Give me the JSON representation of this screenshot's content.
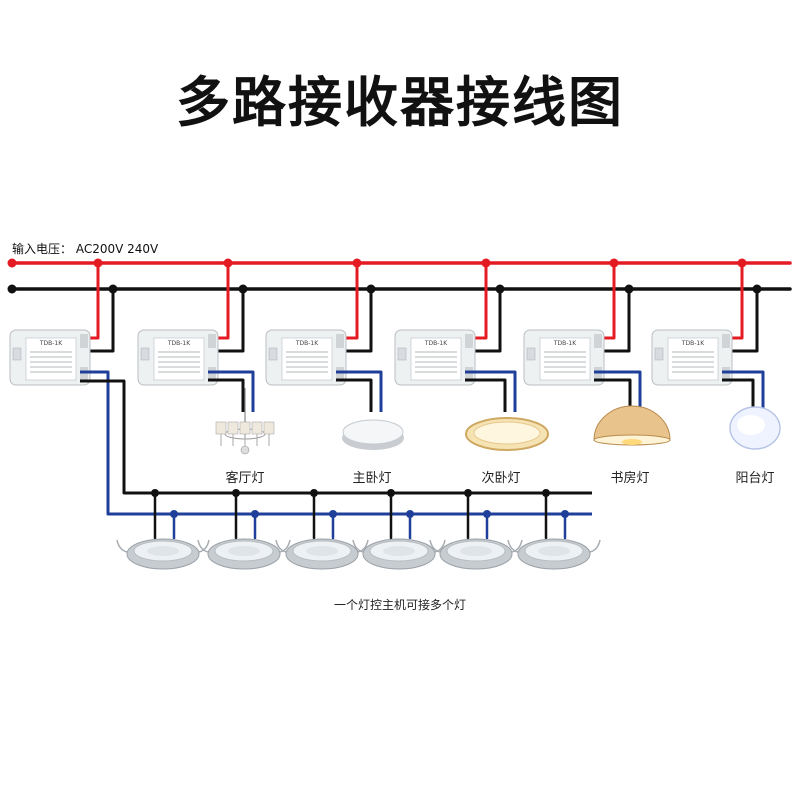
{
  "title": "多路接收器接线图",
  "input_voltage_label": "输入电压：  AC200V  240V",
  "receiver_model": "TDB-1K",
  "lamps": [
    {
      "label": "客厅灯",
      "icon": "chandelier-icon"
    },
    {
      "label": "主卧灯",
      "icon": "ceiling-light-icon"
    },
    {
      "label": "次卧灯",
      "icon": "ring-light-icon"
    },
    {
      "label": "书房灯",
      "icon": "dome-pendant-icon"
    },
    {
      "label": "阳台灯",
      "icon": "led-panel-icon"
    }
  ],
  "downlights_count": 6,
  "caption": "一个灯控主机可接多个灯",
  "colors": {
    "live": "#e41b23",
    "neutral": "#111111",
    "control": "#1f3f9a",
    "receiver_body": "#eef1f2"
  }
}
